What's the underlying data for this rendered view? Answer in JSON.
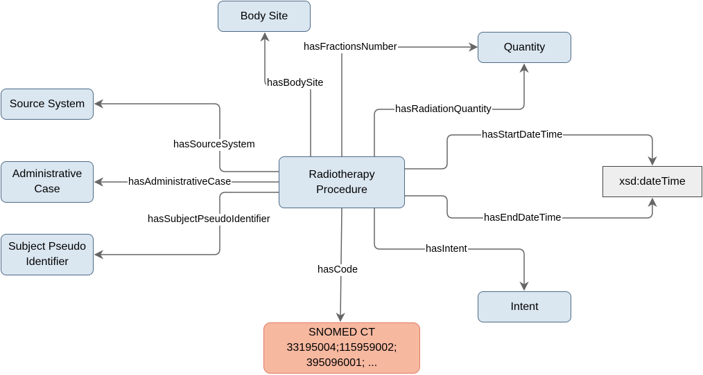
{
  "nodes": {
    "body_site": "Body Site",
    "quantity": "Quantity",
    "source_system": "Source System",
    "administrative_case": "Administrative Case",
    "subject_pseudo_identifier": "Subject Pseudo Identifier",
    "radiotherapy_procedure": "Radiotherapy Procedure",
    "xsd_datetime": "xsd:dateTime",
    "intent": "Intent",
    "snomed_title": "SNOMED CT",
    "snomed_codes_line1": "33195004;115959002;",
    "snomed_codes_line2": "395096001; ..."
  },
  "edges": {
    "has_body_site": "hasBodySite",
    "has_fractions_number": "hasFractionsNumber",
    "has_radiation_quantity": "hasRadiationQuantity",
    "has_source_system": "hasSourceSystem",
    "has_administrative_case": "hasAdministrativeCase",
    "has_subject_pseudo_identifier": "hasSubjectPseudoIdentifier",
    "has_start_date_time": "hasStartDateTime",
    "has_end_date_time": "hasEndDateTime",
    "has_intent": "hasIntent",
    "has_code": "hasCode"
  },
  "colors": {
    "node_fill": "#dae6f0",
    "node_border": "#4d6a86",
    "literal_fill": "#eeeeee",
    "code_fill": "#f7b8a0",
    "code_border": "#e07b63",
    "edge": "#666666"
  }
}
